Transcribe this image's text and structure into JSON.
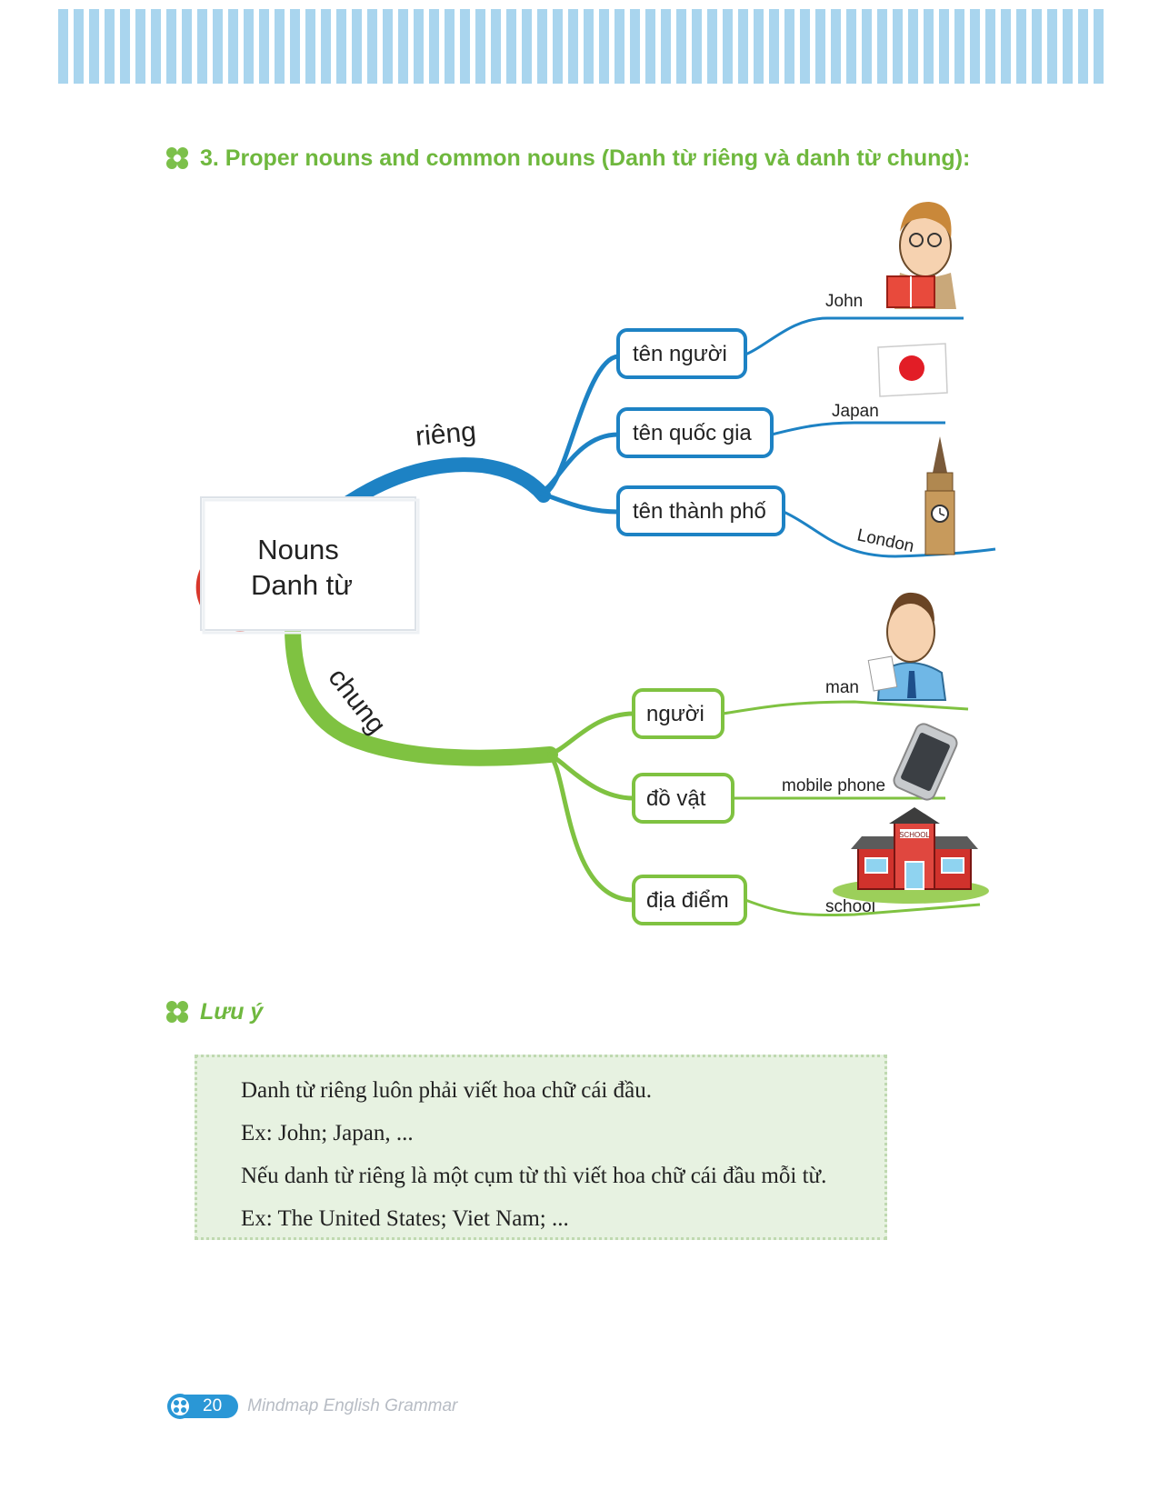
{
  "colors": {
    "proper_branch": "#1d82c4",
    "common_branch": "#7fc241",
    "heading_green": "#6fb83e",
    "note_bg": "#e7f2e1"
  },
  "section": {
    "heading": "3. Proper nouns and common nouns (Danh từ riêng và danh từ chung):"
  },
  "mindmap": {
    "center": {
      "line1": "Nouns",
      "line2": "Danh từ"
    },
    "proper": {
      "label": "riêng",
      "nodes": [
        {
          "label": "tên người",
          "example": "John",
          "icon": "reading-man-icon"
        },
        {
          "label": "tên quốc gia",
          "example": "Japan",
          "icon": "japan-flag-icon"
        },
        {
          "label": "tên thành phố",
          "example": "London",
          "icon": "big-ben-icon"
        }
      ]
    },
    "common": {
      "label": "chung",
      "nodes": [
        {
          "label": "người",
          "example": "man",
          "icon": "businessman-icon"
        },
        {
          "label": "đồ vật",
          "example": "mobile phone",
          "icon": "mobile-phone-icon"
        },
        {
          "label": "địa điểm",
          "example": "school",
          "icon": "school-building-icon"
        }
      ]
    }
  },
  "school_sign": "SCHOOL",
  "note": {
    "heading": "Lưu ý",
    "lines": [
      "Danh từ riêng luôn phải viết hoa chữ cái đầu.",
      "Ex: John; Japan, ...",
      "Nếu danh từ riêng là một cụm từ thì viết hoa chữ cái đầu mỗi từ.",
      "Ex: The United States; Viet Nam; ..."
    ]
  },
  "footer": {
    "page": "20",
    "book_title": "Mindmap English Grammar"
  }
}
